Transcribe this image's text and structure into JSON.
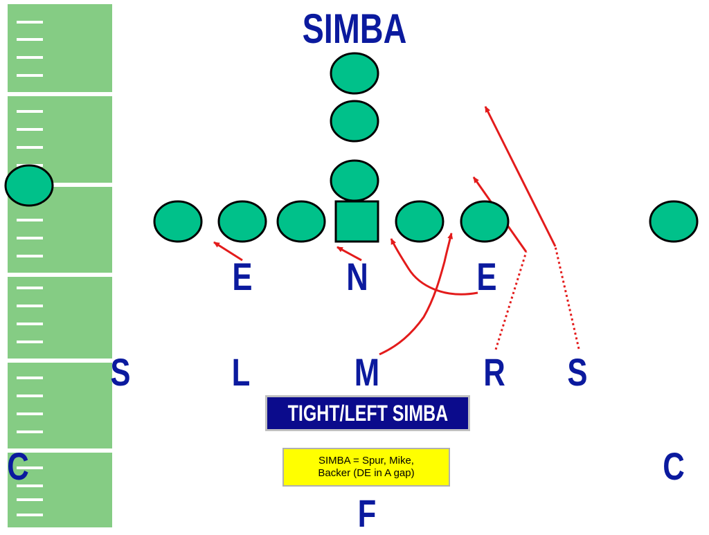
{
  "title": "SIMBA",
  "defense_labels": {
    "end_left": "E",
    "nose": "N",
    "end_right": "E",
    "sam": "S",
    "linebacker_left": "L",
    "mike": "M",
    "linebacker_right": "R",
    "spur": "S",
    "corner_left": "C",
    "corner_right": "C",
    "free_safety": "F"
  },
  "banner": {
    "text": "TIGHT/LEFT SIMBA"
  },
  "note": {
    "line1": "SIMBA = Spur, Mike,",
    "line2": "Backer (DE in A gap)"
  },
  "colors": {
    "field_green": "#85cc84",
    "player_fill": "#00c18a",
    "label_blue": "#0b1a9e",
    "route_red": "#e31b1b",
    "banner_bg": "#0b0b8c",
    "note_bg": "#ffff00"
  }
}
